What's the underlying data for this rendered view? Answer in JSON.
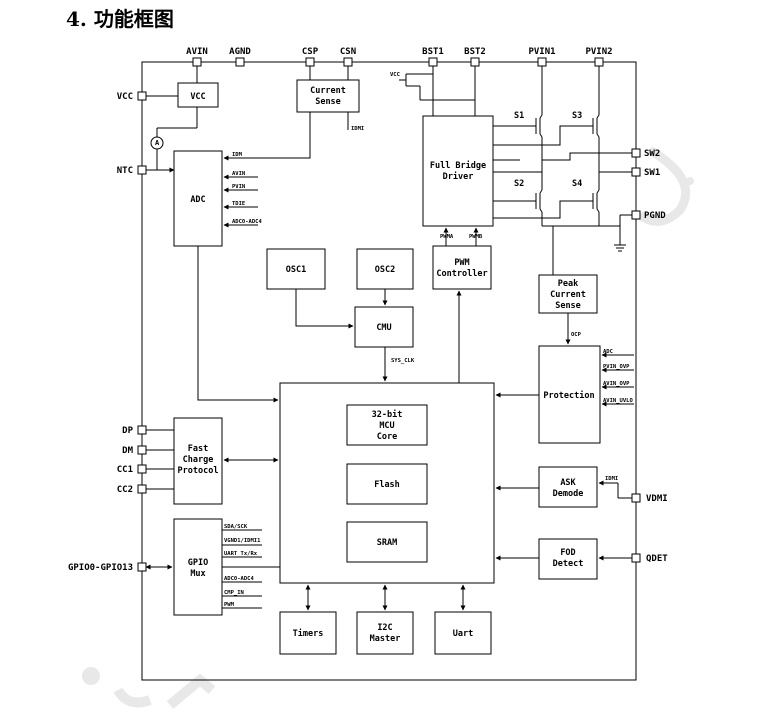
{
  "heading": "4. 功能框图",
  "pins": {
    "avin": "AVIN",
    "agnd": "AGND",
    "csp": "CSP",
    "csn": "CSN",
    "bst1": "BST1",
    "bst2": "BST2",
    "pvin1": "PVIN1",
    "pvin2": "PVIN2",
    "vcc": "VCC",
    "ntc": "NTC",
    "sw2": "SW2",
    "sw1": "SW1",
    "pgnd": "PGND",
    "dp": "DP",
    "dm": "DM",
    "cc1": "CC1",
    "cc2": "CC2",
    "gpio": "GPIO0-GPIO13",
    "vdmi": "VDMI",
    "qdet": "QDET"
  },
  "blocks": {
    "vcc": "VCC",
    "current_sense": [
      "Current",
      "Sense"
    ],
    "adc": "ADC",
    "full_bridge": [
      "Full Bridge",
      "Driver"
    ],
    "osc1": "OSC1",
    "osc2": "OSC2",
    "pwm": [
      "PWM",
      "Controller"
    ],
    "peak": [
      "Peak",
      "Current",
      "Sense"
    ],
    "cmu": "CMU",
    "protection": "Protection",
    "mcu": [
      "32-bit",
      "MCU",
      "Core"
    ],
    "flash": "Flash",
    "sram": "SRAM",
    "fast_charge": [
      "Fast",
      "Charge",
      "Protocol"
    ],
    "ask": [
      "ASK",
      "Demode"
    ],
    "gpio_mux": [
      "GPIO",
      "Mux"
    ],
    "fod": [
      "FOD",
      "Detect"
    ],
    "timers": "Timers",
    "i2c": [
      "I2C",
      "Master"
    ],
    "uart": "Uart"
  },
  "signals": {
    "idm_cs": "IDMI",
    "idm_adc": "IDM",
    "avin": "AVIN",
    "pvin": "PVIN",
    "tdie": "TDIE",
    "adc_ch": "ADC0-ADC4",
    "vcc_bst": "VCC",
    "pwma": "PWMA",
    "pwmb": "PWMB",
    "ocp": "OCP",
    "sys_clk": "SYS_CLK",
    "prot_adc": "ADC",
    "pvin_ovp": "PVIN_OVP",
    "avin_ovp": "AVIN_OVP",
    "avin_uvlo": "AVIN_UVLO",
    "idmi_ask": "IDMI",
    "s1": "S1",
    "s2": "S2",
    "s3": "S3",
    "s4": "S4",
    "meter": "A",
    "gpio1": "SDA/SCK",
    "gpio2": "VGND1/IDMI1",
    "gpio3": "UART Tx/Rx",
    "gpio4": "ADC0-ADC4",
    "gpio5": "CMP_IN",
    "gpio6": "PWM"
  }
}
